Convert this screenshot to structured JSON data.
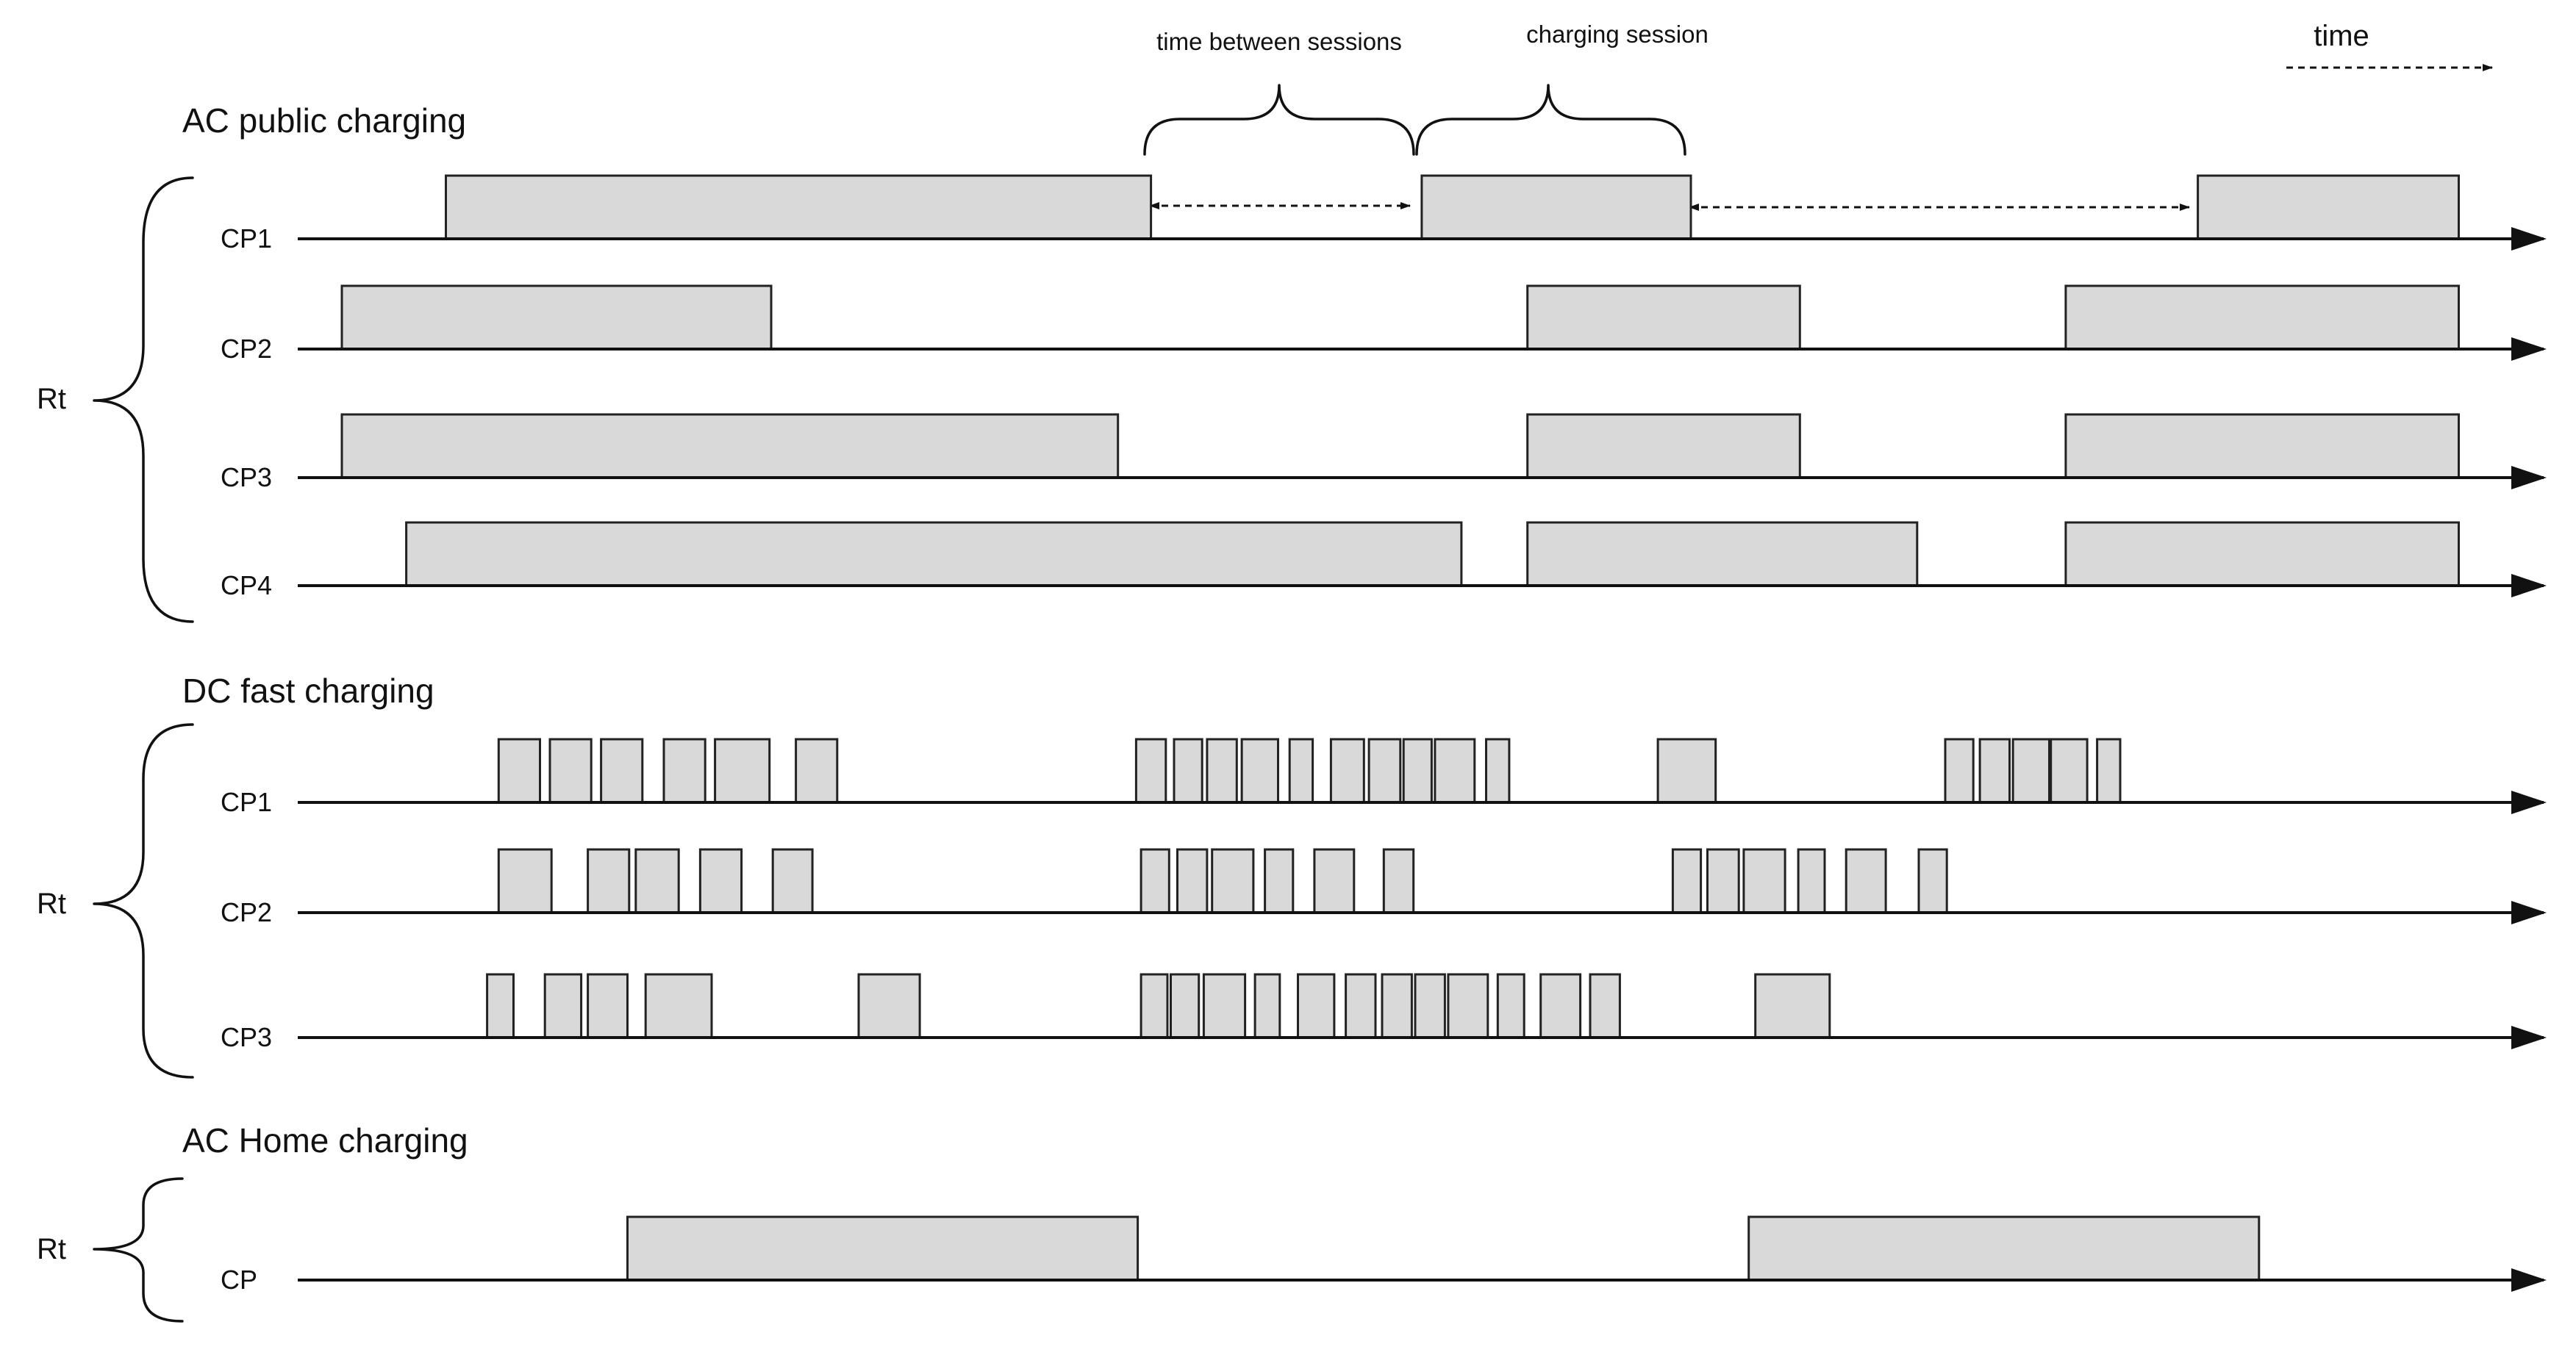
{
  "annotations": {
    "time_between_sessions": "time between sessions",
    "charging_session": "charging session",
    "time": "time"
  },
  "groups": [
    {
      "title": "AC public charging",
      "rt_label": "Rt",
      "rows": [
        {
          "label": "CP1",
          "sessions": [
            [
              270,
              697
            ],
            [
              861,
              1024
            ],
            [
              1331,
              1489
            ]
          ]
        },
        {
          "label": "CP2",
          "sessions": [
            [
              207,
              467
            ],
            [
              925,
              1090
            ],
            [
              1251,
              1489
            ]
          ]
        },
        {
          "label": "CP3",
          "sessions": [
            [
              207,
              677
            ],
            [
              925,
              1090
            ],
            [
              1251,
              1489
            ]
          ]
        },
        {
          "label": "CP4",
          "sessions": [
            [
              246,
              885
            ],
            [
              925,
              1161
            ],
            [
              1251,
              1489
            ]
          ]
        }
      ]
    },
    {
      "title": "DC fast charging",
      "rt_label": "Rt",
      "rows": [
        {
          "label": "CP1",
          "sessions": [
            [
              302,
              327
            ],
            [
              333,
              358
            ],
            [
              364,
              389
            ],
            [
              402,
              427
            ],
            [
              433,
              466
            ],
            [
              482,
              507
            ],
            [
              688,
              706
            ],
            [
              711,
              728
            ],
            [
              731,
              749
            ],
            [
              752,
              774
            ],
            [
              781,
              795
            ],
            [
              806,
              826
            ],
            [
              829,
              848
            ],
            [
              850,
              867
            ],
            [
              869,
              893
            ],
            [
              900,
              914
            ],
            [
              1004,
              1039
            ],
            [
              1178,
              1195
            ],
            [
              1199,
              1217
            ],
            [
              1219,
              1241
            ],
            [
              1242,
              1264
            ],
            [
              1270,
              1284
            ]
          ]
        },
        {
          "label": "CP2",
          "sessions": [
            [
              302,
              334
            ],
            [
              356,
              381
            ],
            [
              385,
              411
            ],
            [
              424,
              449
            ],
            [
              468,
              492
            ],
            [
              691,
              708
            ],
            [
              713,
              731
            ],
            [
              734,
              759
            ],
            [
              766,
              783
            ],
            [
              796,
              820
            ],
            [
              838,
              856
            ],
            [
              1013,
              1030
            ],
            [
              1034,
              1053
            ],
            [
              1056,
              1081
            ],
            [
              1089,
              1105
            ],
            [
              1118,
              1142
            ],
            [
              1162,
              1179
            ]
          ]
        },
        {
          "label": "CP3",
          "sessions": [
            [
              295,
              311
            ],
            [
              330,
              352
            ],
            [
              356,
              380
            ],
            [
              391,
              431
            ],
            [
              520,
              557
            ],
            [
              691,
              707
            ],
            [
              709,
              726
            ],
            [
              729,
              754
            ],
            [
              760,
              775
            ],
            [
              786,
              808
            ],
            [
              815,
              833
            ],
            [
              837,
              855
            ],
            [
              857,
              875
            ],
            [
              877,
              901
            ],
            [
              907,
              923
            ],
            [
              933,
              957
            ],
            [
              963,
              981
            ],
            [
              1063,
              1108
            ]
          ]
        }
      ]
    },
    {
      "title": "AC Home charging",
      "rt_label": "Rt",
      "rows": [
        {
          "label": "CP",
          "sessions": [
            [
              380,
              689
            ],
            [
              1059,
              1368
            ]
          ]
        }
      ]
    }
  ]
}
